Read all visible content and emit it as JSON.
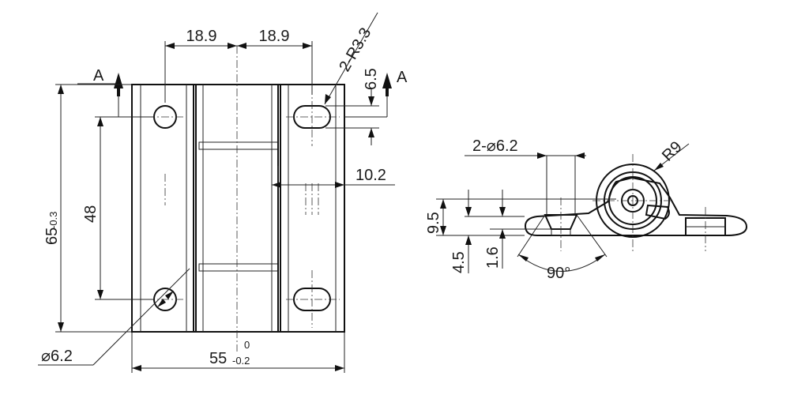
{
  "front_view": {
    "dim_left_width": "18.9",
    "dim_right_width": "18.9",
    "dim_slot_radius": "2-R3.3",
    "dim_slot_offset": "6.5",
    "dim_barrel_offset": "10.2",
    "dim_hole_spacing": "48",
    "dim_height": "65",
    "dim_height_tol": "-0.3",
    "dim_width": "55",
    "dim_width_tol_upper": "0",
    "dim_width_tol_lower": "-0.2",
    "dim_hole_dia": "⌀6.2",
    "section_label_left": "A",
    "section_label_right": "A"
  },
  "section_view": {
    "dim_holes": "2-⌀6.2",
    "dim_radius": "R9",
    "dim_height": "9.5",
    "dim_plate": "4.5",
    "dim_countersink_depth": "1.6",
    "dim_countersink_angle": "90°"
  },
  "colors": {
    "line": "#111111",
    "metal_light": "#f4f4f4",
    "metal_dark": "#8a8a8a"
  }
}
